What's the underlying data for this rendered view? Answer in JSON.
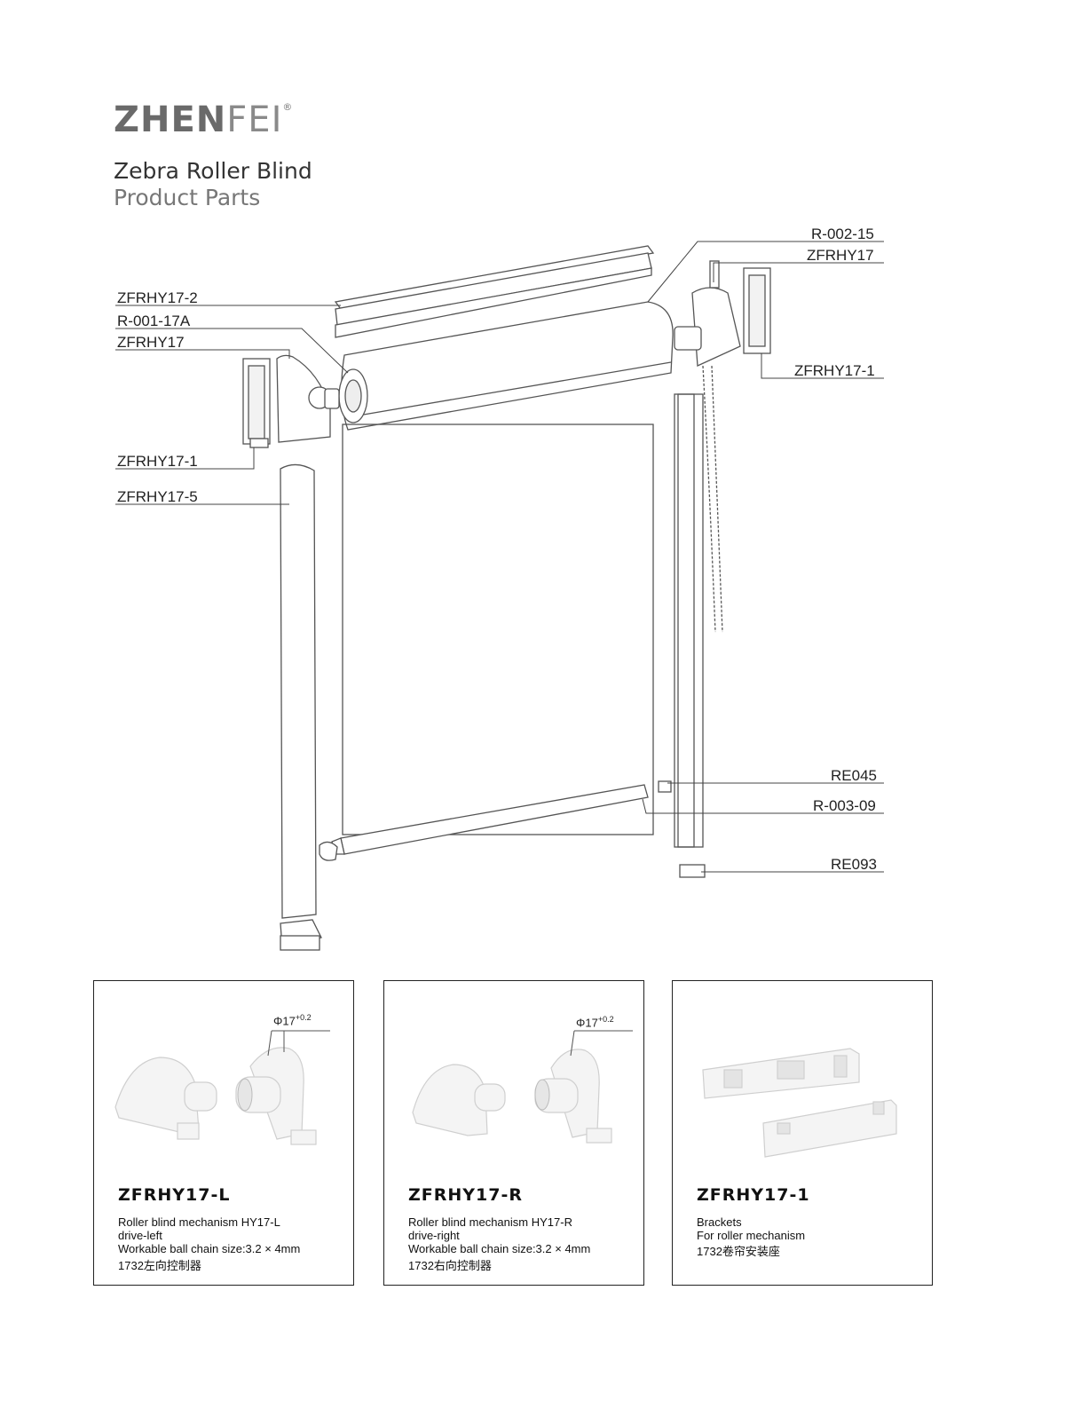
{
  "logo": {
    "bold": "ZHEN",
    "light": "FEI",
    "mark": "®"
  },
  "title": {
    "line1": "Zebra Roller Blind",
    "line2": "Product Parts"
  },
  "callouts": {
    "r00215": "R-002-15",
    "zfrhy17_right": "ZFRHY17",
    "zfrhy17_2": "ZFRHY17-2",
    "r00117a": "R-001-17A",
    "zfrhy17_left": "ZFRHY17",
    "zfrhy17_1_right": "ZFRHY17-1",
    "zfrhy17_1_left": "ZFRHY17-1",
    "zfrhy17_5": "ZFRHY17-5",
    "re045": "RE045",
    "r00309": "R-003-09",
    "re093": "RE093"
  },
  "cards": [
    {
      "title": "ZFRHY17-L",
      "phi": "Φ17",
      "phi_sup": "+0.2",
      "lines": [
        "Roller blind mechanism HY17-L",
        "drive-left",
        "Workable ball chain size:3.2 × 4mm",
        "1732左向控制器"
      ]
    },
    {
      "title": "ZFRHY17-R",
      "phi": "Φ17",
      "phi_sup": "+0.2",
      "lines": [
        "Roller blind mechanism HY17-R",
        "drive-right",
        "Workable ball chain size:3.2 × 4mm",
        "1732右向控制器"
      ]
    },
    {
      "title": "ZFRHY17-1",
      "phi": "",
      "phi_sup": "",
      "lines": [
        "Brackets",
        "For roller mechanism",
        "1732卷帘安装座",
        ""
      ]
    }
  ]
}
